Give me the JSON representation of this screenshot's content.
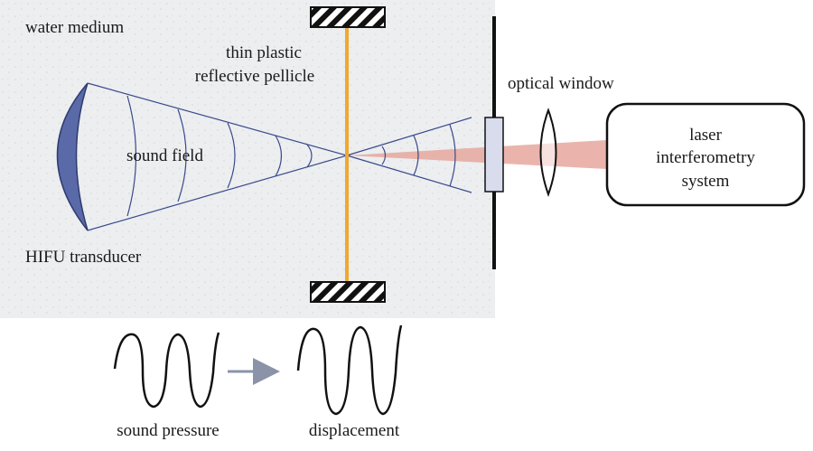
{
  "labels": {
    "water_medium": "water medium",
    "pellicle_line1": "thin plastic",
    "pellicle_line2": "reflective pellicle",
    "optical_window": "optical window",
    "sound_field": "sound field",
    "transducer": "HIFU transducer",
    "laser_line1": "laser",
    "laser_line2": "interferometry",
    "laser_line3": "system",
    "sound_pressure": "sound pressure",
    "displacement": "displacement"
  },
  "colors": {
    "medium_background": "#e9ecee",
    "transducer_fill": "#5a6aa8",
    "field_lines": "#3b4a8a",
    "pellicle": "#f0a830",
    "laser_beam": "#e6a79d",
    "window_fill": "#d8dcec",
    "arrow": "#8a93a8",
    "stroke": "#111111"
  },
  "icons": [
    "hifu-transducer-icon",
    "hatched-clamp-icon",
    "lens-icon",
    "arrow-right-icon",
    "sine-wave-icon"
  ]
}
